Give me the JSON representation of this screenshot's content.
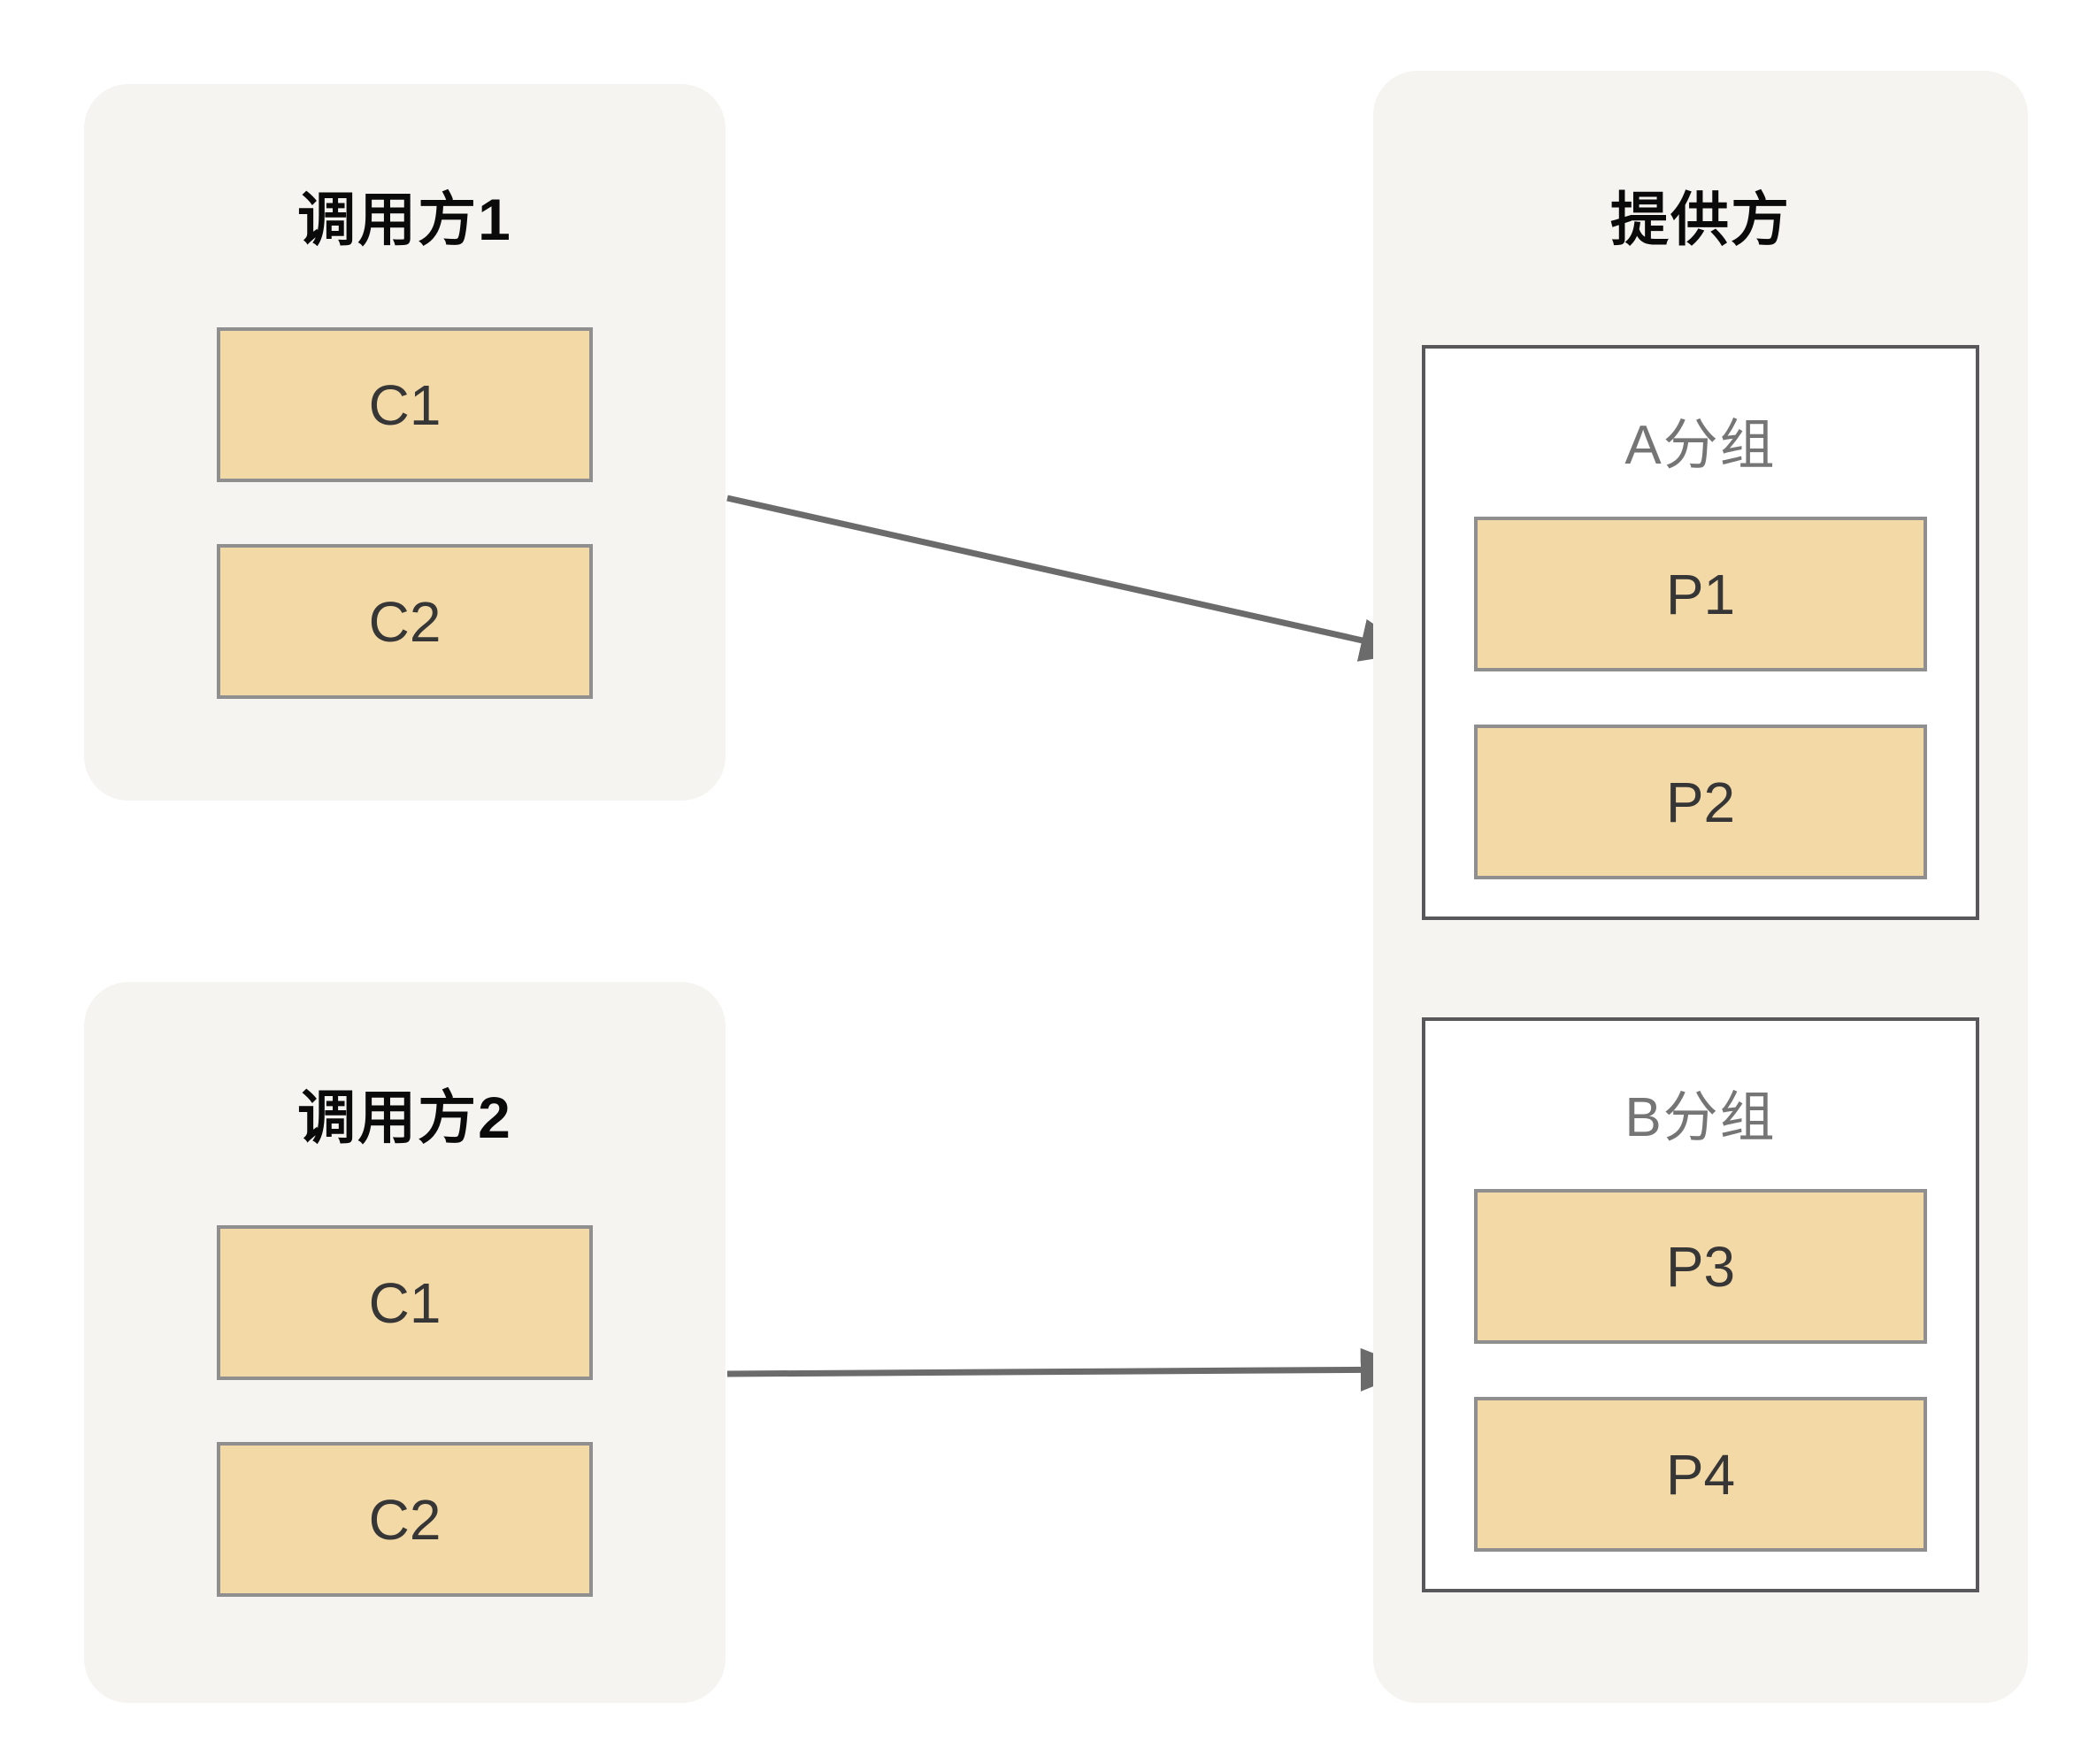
{
  "diagram": {
    "type": "caller-provider-grouping-diagram",
    "colors": {
      "background": "#ffffff",
      "panel_bg": "#f5f4f1",
      "box_fill": "#f3d9a5",
      "box_border": "#8f8f8f",
      "group_border": "#58585a",
      "group_label_text": "#757575",
      "panel_title_text": "#0a0a0a",
      "box_text": "#363636",
      "arrow": "#6b6b6b"
    }
  },
  "callers": [
    {
      "title": "调用方1",
      "boxes": [
        "C1",
        "C2"
      ]
    },
    {
      "title": "调用方2",
      "boxes": [
        "C1",
        "C2"
      ]
    }
  ],
  "provider": {
    "title": "提供方",
    "groups": [
      {
        "label": "A分组",
        "boxes": [
          "P1",
          "P2"
        ]
      },
      {
        "label": "B分组",
        "boxes": [
          "P3",
          "P4"
        ]
      }
    ]
  },
  "arrows": [
    {
      "from": "调用方1",
      "to": "A分组"
    },
    {
      "from": "调用方2",
      "to": "B分组"
    }
  ]
}
